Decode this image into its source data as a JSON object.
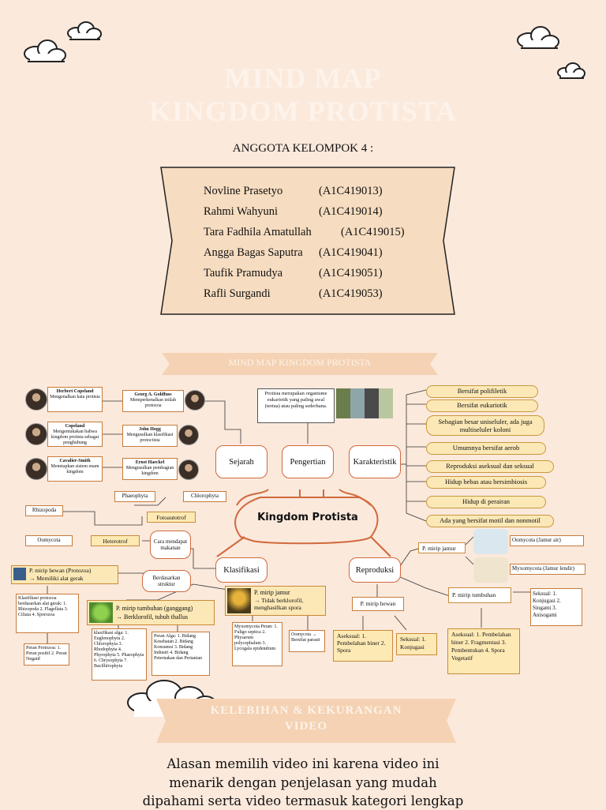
{
  "header": {
    "title_line1": "MIND MAP",
    "title_line2": "KINGDOM PROTISTA",
    "members_heading": "ANGGOTA KELOMPOK 4 :"
  },
  "members": [
    {
      "name": "Novline Prasetyo",
      "id": "(A1C419013)"
    },
    {
      "name": "Rahmi Wahyuni",
      "id": "(A1C419014)"
    },
    {
      "name": "Tara Fadhila Amatullah",
      "id": "(A1C419015)"
    },
    {
      "name": "Angga Bagas Saputra",
      "id": "(A1C419041)"
    },
    {
      "name": "Taufik Pramudya",
      "id": "(A1C419051)"
    },
    {
      "name": "Rafli Surgandi",
      "id": "(A1C419053)"
    }
  ],
  "section1": {
    "ribbon": "MIND MAP KINGDOM PROTISTA"
  },
  "mindmap": {
    "center": "Kingdom Protista",
    "nodes": {
      "sejarah": "Sejarah",
      "pengertian": "Pengertian",
      "karakteristik": "Karakteristik",
      "klasifikasi": "Klasifikasi",
      "reproduksi": "Reproduksi"
    },
    "history": [
      {
        "name": "Herbert Copeland",
        "desc": "Mengenalkan kata protista"
      },
      {
        "name": "Copeland",
        "desc": "Mengemukakan bahwa kingdom protista sebagai penghubung"
      },
      {
        "name": "Cavalier-Smith",
        "desc": "Menetapkan sistem enam kingdom"
      },
      {
        "name": "Georg A. Goldfuss",
        "desc": "Memperkenalkan istilah protozoa"
      },
      {
        "name": "John Hogg",
        "desc": "Mengusulkan klasifikasi protoctista"
      },
      {
        "name": "Ernst Haeckel",
        "desc": "Mengusulkan pembagian kingdom"
      }
    ],
    "definition": "Protista merupakan organisme eukariotik yang paling awal (tertua) atau paling sederhana.",
    "characteristics": [
      "Bersifat polifiletik",
      "Bersifat eukariotik",
      "Sebagian besar uniseluler, ada juga multiseluler koloni",
      "Umumnya bersifat aerob",
      "Reproduksi aseksual dan seksual",
      "Hidup bebas atau bersimbiosis",
      "Hidup di perairan",
      "Ada yang bersifat motil dan nonmotil"
    ],
    "classification": {
      "phaeophyta": "Phaeophyta",
      "chlorophyta": "Chlorophyta",
      "fotoautotrof": "Fotoautotrof",
      "rhizopoda": "Rhizopoda",
      "oomycota": "Oomycota",
      "heterotrof": "Heterotrof",
      "cara": "Cara mendapat makanan",
      "berdasarkan": "Berdasarkan struktur",
      "hewan_title": "P. mirip hewan (Protozoa)",
      "hewan_sub": "→ Memiliki alat gerak",
      "hewan_box": "Klasifikasi protozoa berdasarkan alat gerak: 1. Rhizopoda 2. Flagellata 3. Ciliata 4. Sporozoa",
      "peran_protozoa": "Peran Protozoa: 1. Peran positif 2. Peran Negatif",
      "tumbuhan_title": "P. mirip tumbuhan (ganggang)",
      "tumbuhan_sub": "→ Berklorofil, tubuh thallus",
      "alga_box": "klasifikasi alga: 1. Euglenophyta 2. Chlorophyta 3. Rhodophyta 4. Phyrophyta 5. Phaeophyta 6. Chrysophyta 7. Bacilliriophyta",
      "peran_alga": "Peran Alga: 1. Bidang Kesehatan 2. Bidang Konsumsi 3. Bidang Industri 4. Bidang Peternakan dan Pertanian",
      "jamur_title": "P. mirip jamur",
      "jamur_sub": "→ Tidak berklorofil, menghasilkan spora",
      "myxo_box": "Myxomycota Peran: 1. Fuligo septica 2. Physarum polycephalum 3. Lycogala epidendrum",
      "oomy_box": "Oomycota → Bersifat parasit"
    },
    "reproduction": {
      "jamur": "P. mirip jamur",
      "oomycota": "Oomycota (Jamur air)",
      "myxomycota": "Myxomycota (Jamur lendir)",
      "tumbuhan": "P. mirip tumbuhan",
      "seksual_right": "Seksual: 1. Konjugasi 2. Singami 3. Anisogami",
      "aseksual_right": "Aseksual: 1. Pembelahan biner 2. Fragmentasi 3. Pembentukan 4. Spora Vegetatif",
      "hewan": "P. mirip hewan",
      "aseksual_left": "Aseksual: 1. Pembelahan biner 2. Spora",
      "seksual_left": "Seksual: 1. Konjugasi"
    }
  },
  "section2": {
    "ribbon_line1": "KELEBIHAN & KEKURANGAN",
    "ribbon_line2": "VIDEO"
  },
  "paragraph": [
    "Alasan memilih video ini karena video ini",
    "menarik dengan penjelasan yang mudah",
    "dipahami serta video termasuk kategori lengkap"
  ],
  "colors": {
    "background": "#fbe9dc",
    "ribbon": "#f4d7bc",
    "accent": "#d2693c",
    "pill": "#fbe8b6"
  }
}
